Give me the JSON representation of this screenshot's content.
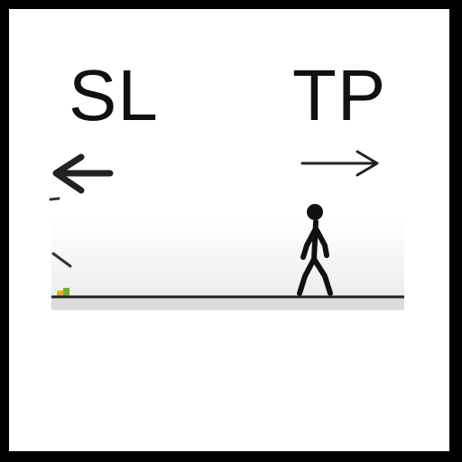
{
  "scene": {
    "left_label": "SL",
    "right_label": "TP",
    "left_arrow_icon": "arrow-left-icon",
    "right_arrow_icon": "arrow-right-icon",
    "character": "stick-figure-walking",
    "colors": {
      "background": "#ffffff",
      "border": "#000000",
      "ink": "#111111",
      "ground": "#222222",
      "item_green": "#6fae2e",
      "item_yellow": "#e2b422"
    }
  }
}
